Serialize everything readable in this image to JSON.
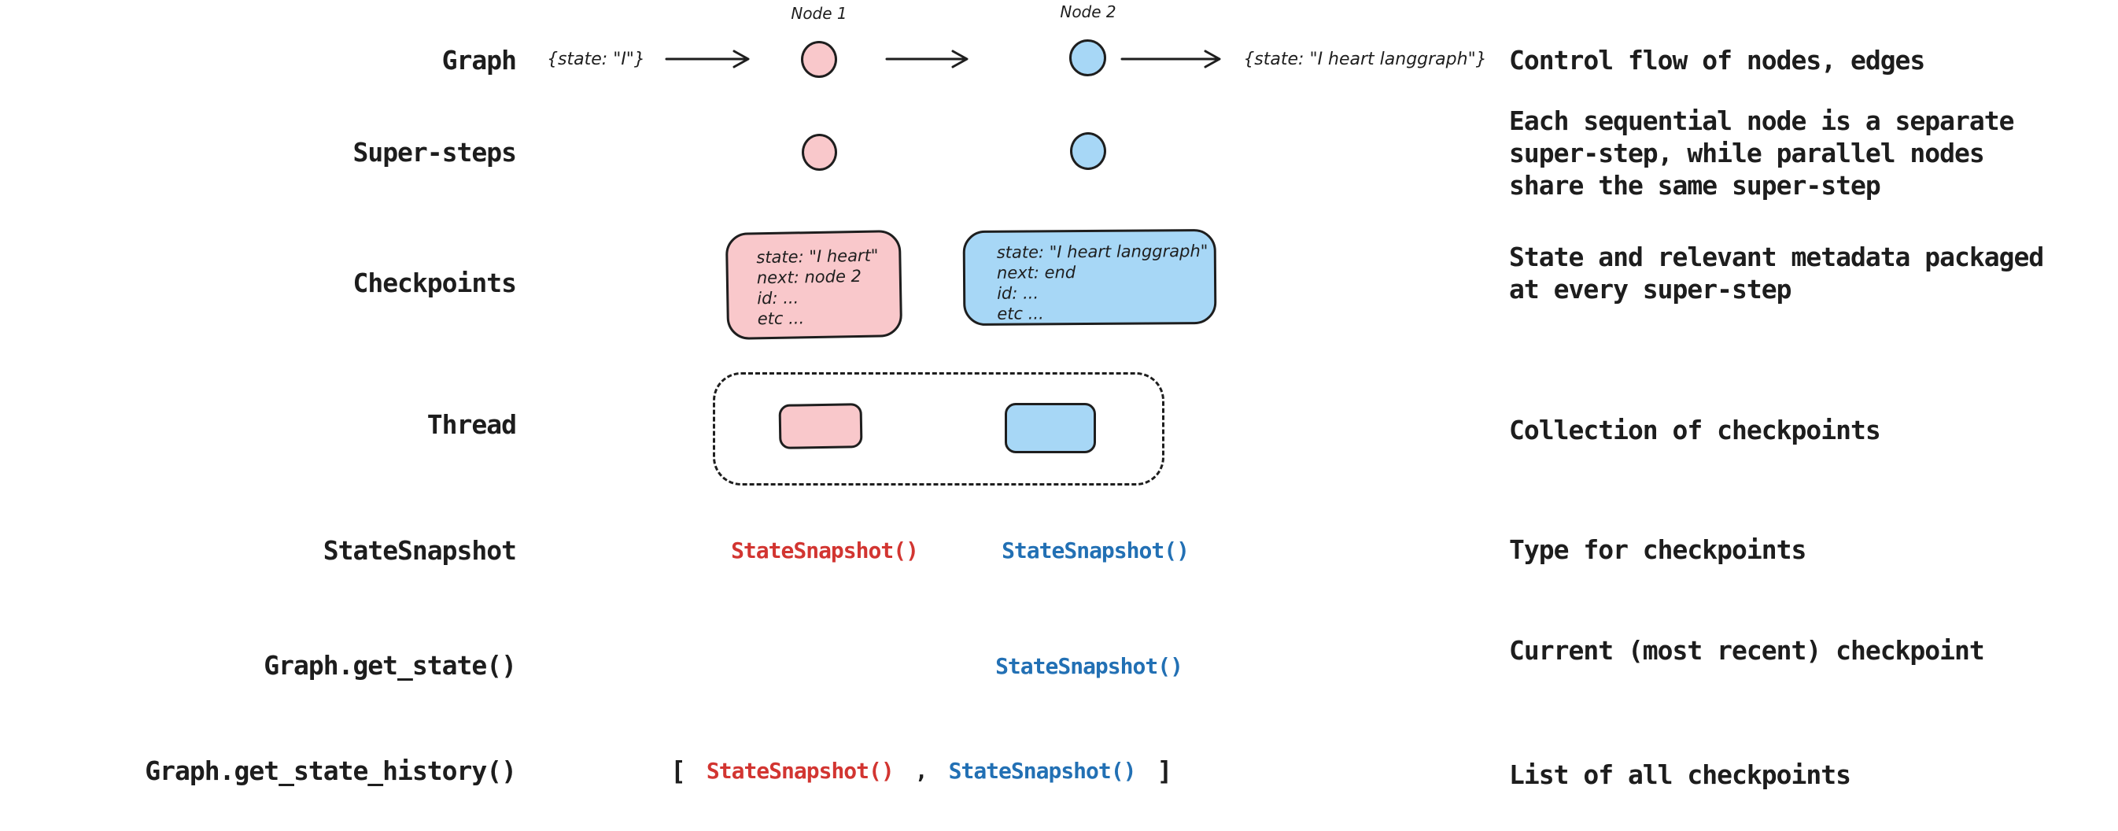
{
  "diagram": {
    "rows": [
      {
        "label": "Graph",
        "description": "Control flow of nodes, edges"
      },
      {
        "label": "Super-steps",
        "description": "Each sequential node is a separate\nsuper-step, while parallel nodes\nshare the same super-step"
      },
      {
        "label": "Checkpoints",
        "description": "State and relevant metadata packaged\nat every super-step"
      },
      {
        "label": "Thread",
        "description": "Collection of checkpoints"
      },
      {
        "label": "StateSnapshot",
        "description": "Type for checkpoints"
      },
      {
        "label": "Graph.get_state()",
        "description": "Current (most recent) checkpoint"
      },
      {
        "label": "Graph.get_state_history()",
        "description": "List of all checkpoints"
      }
    ],
    "graph_flow": {
      "input_state": "{state: \"I\"}",
      "node1_label": "Node 1",
      "node2_label": "Node 2",
      "output_state": "{state: \"I heart langgraph\"}"
    },
    "checkpoint_boxes": {
      "pink": {
        "lines": [
          "state: \"I heart\"",
          "next: node 2",
          "id: ...",
          "etc ..."
        ]
      },
      "blue": {
        "lines": [
          "state: \"I heart langgraph\"",
          "next: end",
          "id: ...",
          "etc ..."
        ]
      }
    },
    "snapshot_calls": {
      "red_snapshot": "StateSnapshot()",
      "blue_snapshot": "StateSnapshot()",
      "bracket_open": "[",
      "comma": ",",
      "bracket_close": "]"
    },
    "colors": {
      "pink_fill": "#f9c8cb",
      "blue_fill": "#a7d7f6",
      "stroke": "#1e1e1e",
      "red_code": "#d23531",
      "blue_code": "#2270b4"
    }
  }
}
